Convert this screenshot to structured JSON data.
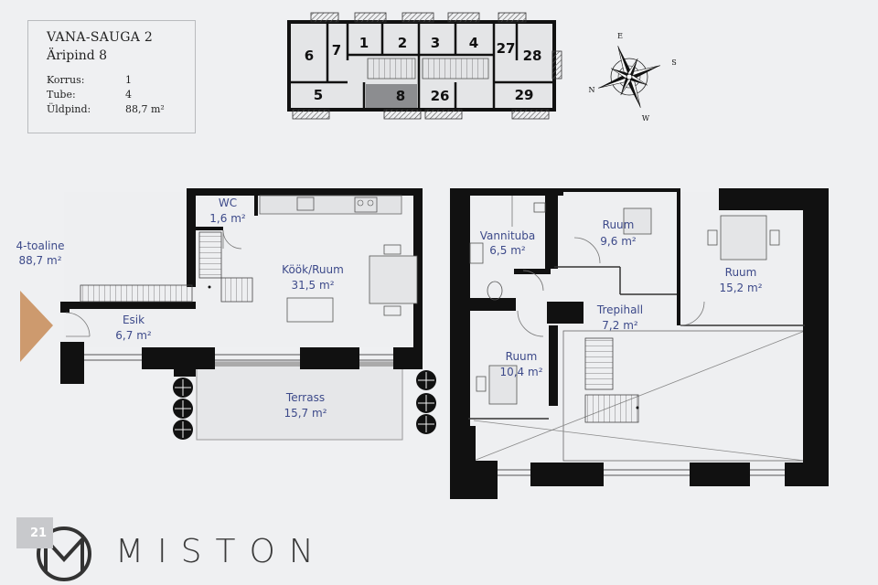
{
  "info": {
    "project": "VANA-SAUGA 2",
    "unit": "Äripind 8",
    "rows": [
      {
        "label": "Korrus:",
        "value": "1"
      },
      {
        "label": "Tube:",
        "value": "4"
      },
      {
        "label": "Üldpind:",
        "value": "88,7 m²"
      }
    ]
  },
  "keyplan": {
    "units": [
      "6",
      "7",
      "1",
      "2",
      "3",
      "4",
      "27",
      "28",
      "5",
      "8",
      "26",
      "29"
    ],
    "highlight": "8"
  },
  "compass": {
    "N": "N",
    "E": "E",
    "S": "S",
    "W": "W"
  },
  "entrance": {
    "title": "4-toaline",
    "area": "88,7 m²"
  },
  "rooms": [
    {
      "name": "WC",
      "area": "1,6 m²"
    },
    {
      "name": "Köök/Ruum",
      "area": "31,5 m²"
    },
    {
      "name": "Esik",
      "area": "6,7 m²"
    },
    {
      "name": "Terrass",
      "area": "15,7 m²"
    },
    {
      "name": "Vannituba",
      "area": "6,5 m²"
    },
    {
      "name": "Ruum",
      "area": "9,6 m²"
    },
    {
      "name": "Ruum",
      "area": "15,2 m²"
    },
    {
      "name": "Trepihall",
      "area": "7,2 m²"
    },
    {
      "name": "Ruum",
      "area": "10,4 m²"
    }
  ],
  "footer": {
    "page": "21",
    "brand": "MISTON"
  }
}
